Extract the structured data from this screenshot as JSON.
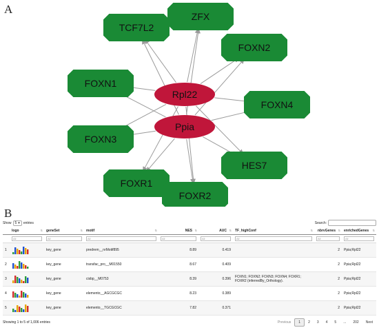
{
  "panels": {
    "a": "A",
    "b": "B"
  },
  "colors": {
    "tf_node": "#1a8a35",
    "target_node": "#c0163a",
    "edge": "#9a9a9a",
    "node_text": "#111111"
  },
  "network": {
    "targets": [
      "Rpl22",
      "Ppia"
    ],
    "tf_nodes": [
      "ZFX",
      "TCF7L2",
      "FOXN2",
      "FOXN1",
      "FOXN4",
      "FOXN3",
      "HES7",
      "FOXR1",
      "FOXR2"
    ]
  },
  "table": {
    "show_prefix": "Show",
    "page_length": "5",
    "show_suffix": "entries",
    "search_label": "Search:",
    "filter_placeholder": "All",
    "columns": [
      "logo",
      "geneSet",
      "motif",
      "NES",
      "AUC",
      "TF_highConf",
      "nbrvGenes",
      "enrichedGenes"
    ],
    "rows": [
      {
        "index": "1",
        "geneSet": "key_gene",
        "motif": "predrem__nrMotif895",
        "nes": "8.89",
        "auc": "0.419",
        "tf": "",
        "n": "2",
        "genes": "Ppia;Rpl22"
      },
      {
        "index": "2",
        "geneSet": "key_gene",
        "motif": "transfac_pro__M01550",
        "nes": "8.67",
        "auc": "0.409",
        "tf": "",
        "n": "2",
        "genes": "Ppia;Rpl22"
      },
      {
        "index": "3",
        "geneSet": "key_gene",
        "motif": "cisbp__M0753",
        "nes": "8.39",
        "auc": "0.396",
        "tf": "FOXN1; FOXN2; FOXN3; FOXN4; FOXR1; FOXR2 (inferredBy_Orthology).",
        "n": "2",
        "genes": "Ppia;Rpl22"
      },
      {
        "index": "4",
        "geneSet": "key_gene",
        "motif": "elemento__AGCGCGC",
        "nes": "8.23",
        "auc": "0.389",
        "tf": "",
        "n": "2",
        "genes": "Ppia;Rpl22"
      },
      {
        "index": "5",
        "geneSet": "key_gene",
        "motif": "elemento__TGCGCGC",
        "nes": "7.82",
        "auc": "0.371",
        "tf": "",
        "n": "2",
        "genes": "Ppia;Rpl22"
      }
    ],
    "info": "Showing 1 to 5 of 1,006 entries",
    "pager": {
      "previous": "Previous",
      "pages": [
        "1",
        "2",
        "3",
        "4",
        "5",
        "...",
        "202"
      ],
      "next": "Next"
    }
  }
}
